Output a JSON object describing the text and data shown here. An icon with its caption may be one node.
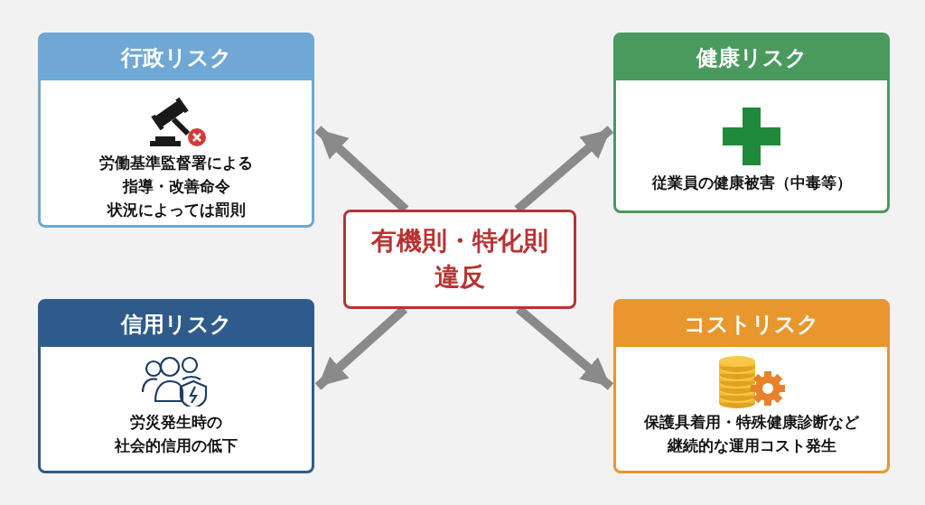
{
  "diagram": {
    "nodes": [
      {
        "text": [
          "行政リスク",
          "労働基準監督署による指導・改善命令状況によっては罰則"
        ]
      },
      {
        "text": [
          "健康リスク",
          "従業員の健康被害（中毒等）"
        ]
      },
      {
        "text": [
          "有機則・特化則違反"
        ]
      },
      {
        "text": [
          "信用リスク",
          "労災発生時の社会的信用の低下"
        ]
      },
      {
        "text": [
          "コストリスク",
          "保護具着用・特殊健康診断など継続的な運用コスト発生"
        ]
      }
    ],
    "edges": [
      {
        "from": 2,
        "to": 0,
        "arrow": "to"
      },
      {
        "from": 2,
        "to": 1,
        "arrow": "to"
      },
      {
        "from": 2,
        "to": 3,
        "arrow": "to"
      },
      {
        "from": 2,
        "to": 4,
        "arrow": "to"
      }
    ]
  }
}
